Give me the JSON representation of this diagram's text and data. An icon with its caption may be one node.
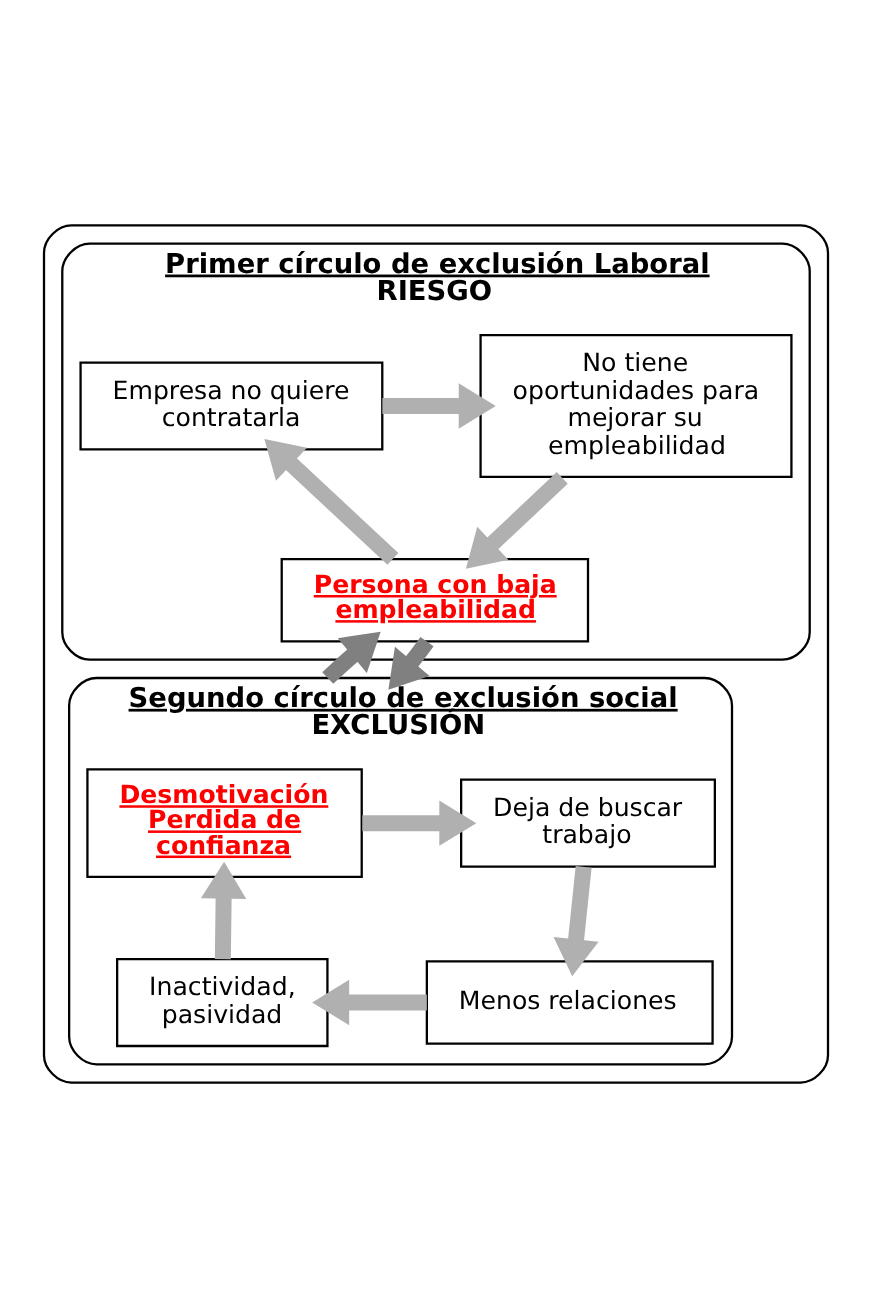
{
  "diagram": {
    "nodes": [
      {
        "text": [],
        "shape": "box"
      },
      {
        "text": [
          "Primer círculo de exclusión Laboral",
          "RIESGO"
        ],
        "in": 0
      },
      {
        "text": [
          "Empresa no quiere contratarla"
        ],
        "in": 1
      },
      {
        "text": [
          "No tiene oportunidades para mejorar su empleabilidad"
        ],
        "in": 1
      },
      {
        "text": [
          "Persona con baja empleabilidad"
        ],
        "in": 1
      },
      {
        "text": [
          "Segundo círculo de exclusión social",
          "EXCLUSIÓN"
        ],
        "in": 0
      },
      {
        "text": [
          "Desmotivación Perdida de confianza"
        ],
        "in": 5
      },
      {
        "text": [
          "Deja de buscar trabajo"
        ],
        "in": 5
      },
      {
        "text": [
          "Inactividad, pasividad"
        ],
        "in": 5
      },
      {
        "text": [
          "Menos relaciones"
        ],
        "in": 5
      }
    ],
    "edges": [
      {
        "from": 2,
        "to": 3,
        "arrow": "to"
      },
      {
        "from": 3,
        "to": 4,
        "arrow": "to"
      },
      {
        "from": 4,
        "to": 2,
        "arrow": "to"
      },
      {
        "from": 4,
        "to": 5,
        "arrow": "to",
        "color": "#808080"
      },
      {
        "from": 5,
        "to": 4,
        "arrow": "to",
        "color": "#808080"
      },
      {
        "from": 6,
        "to": 7,
        "arrow": "to"
      },
      {
        "from": 7,
        "to": 9,
        "arrow": "to"
      },
      {
        "from": 9,
        "to": 8,
        "arrow": "to"
      },
      {
        "from": 8,
        "to": 6,
        "arrow": "to"
      }
    ]
  }
}
